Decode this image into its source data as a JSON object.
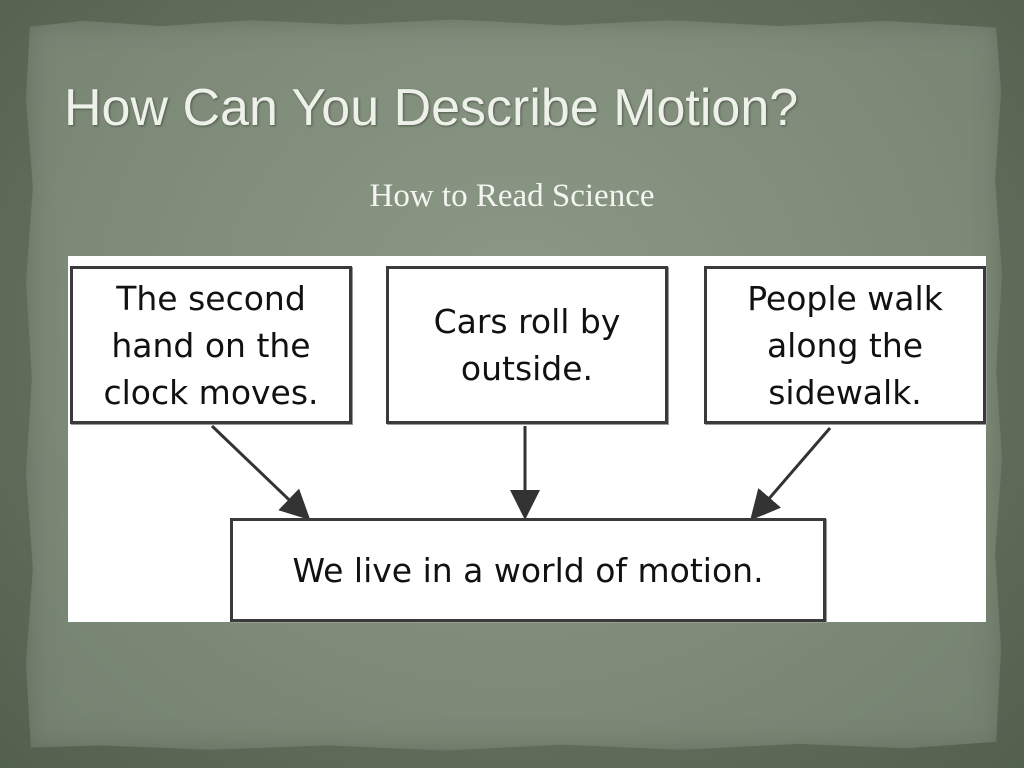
{
  "slide": {
    "title": "How Can You Describe Motion?",
    "subtitle": "How to Read Science"
  },
  "diagram": {
    "top_boxes": [
      {
        "text": "The second\nhand on the\nclock moves."
      },
      {
        "text": "Cars roll by\noutside."
      },
      {
        "text": "People walk\nalong the\nsidewalk."
      }
    ],
    "main_box": {
      "text": "We live in a world of motion."
    }
  },
  "colors": {
    "background": "#5d6b57",
    "paper": "#808c7a",
    "title_text": "#eef0ea",
    "box_border": "#3a3a3a",
    "arrow": "#333333"
  }
}
